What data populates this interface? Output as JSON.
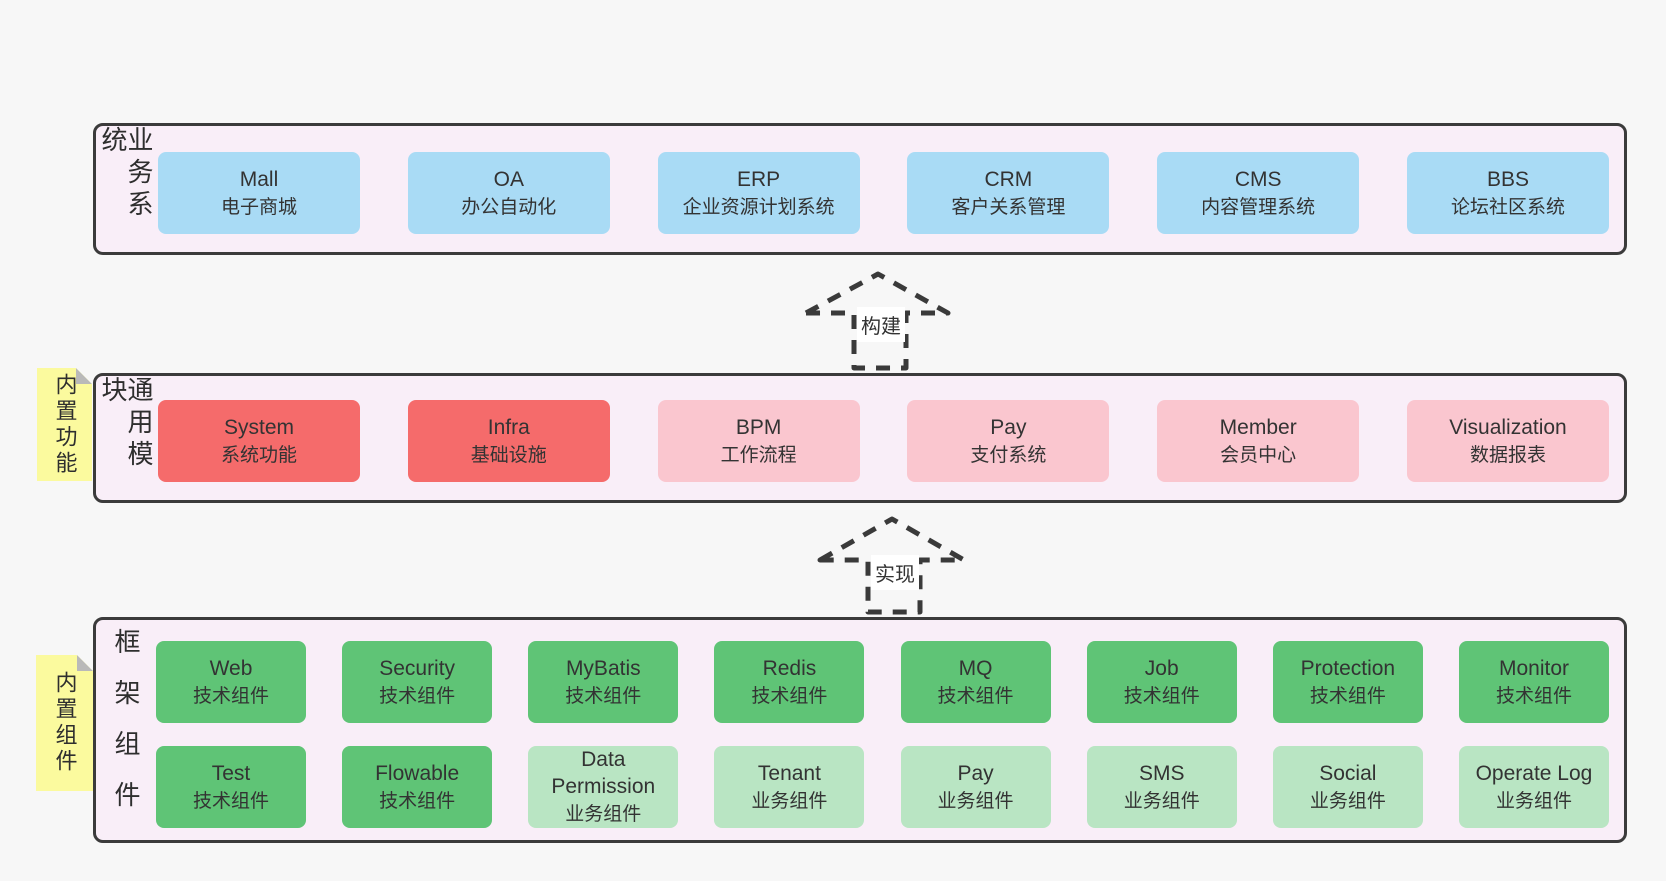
{
  "page": {
    "background": "#f7f7f7"
  },
  "colors": {
    "band_background": "#f9eef8",
    "band_border": "#3b3b3b",
    "blue_box": "#a9dbf5",
    "red_box": "#f56b6b",
    "pink_box": "#fac6cf",
    "green_box": "#5fc476",
    "light_green_box": "#b9e5c3",
    "sticky_yellow": "#fbfa9e",
    "sticky_fold_gray": "#b9b9b9",
    "text": "#333333"
  },
  "bands": {
    "business": {
      "label": "业务系统",
      "boxes": [
        {
          "title": "Mall",
          "subtitle": "电子商城"
        },
        {
          "title": "OA",
          "subtitle": "办公自动化"
        },
        {
          "title": "ERP",
          "subtitle": "企业资源计划系统"
        },
        {
          "title": "CRM",
          "subtitle": "客户关系管理"
        },
        {
          "title": "CMS",
          "subtitle": "内容管理系统"
        },
        {
          "title": "BBS",
          "subtitle": "论坛社区系统"
        }
      ]
    },
    "modules": {
      "label": "通用模块",
      "sticky": "内置功能",
      "boxes": [
        {
          "title": "System",
          "subtitle": "系统功能"
        },
        {
          "title": "Infra",
          "subtitle": "基础设施"
        },
        {
          "title": "BPM",
          "subtitle": "工作流程"
        },
        {
          "title": "Pay",
          "subtitle": "支付系统"
        },
        {
          "title": "Member",
          "subtitle": "会员中心"
        },
        {
          "title": "Visualization",
          "subtitle": "数据报表"
        }
      ]
    },
    "components": {
      "label": "框架组件",
      "sticky": "内置组件",
      "rows": [
        [
          {
            "title": "Web",
            "subtitle": "技术组件"
          },
          {
            "title": "Security",
            "subtitle": "技术组件"
          },
          {
            "title": "MyBatis",
            "subtitle": "技术组件"
          },
          {
            "title": "Redis",
            "subtitle": "技术组件"
          },
          {
            "title": "MQ",
            "subtitle": "技术组件"
          },
          {
            "title": "Job",
            "subtitle": "技术组件"
          },
          {
            "title": "Protection",
            "subtitle": "技术组件"
          },
          {
            "title": "Monitor",
            "subtitle": "技术组件"
          }
        ],
        [
          {
            "title": "Test",
            "subtitle": "技术组件"
          },
          {
            "title": "Flowable",
            "subtitle": "技术组件"
          },
          {
            "title": "Data Permission",
            "subtitle": "业务组件"
          },
          {
            "title": "Tenant",
            "subtitle": "业务组件"
          },
          {
            "title": "Pay",
            "subtitle": "业务组件"
          },
          {
            "title": "SMS",
            "subtitle": "业务组件"
          },
          {
            "title": "Social",
            "subtitle": "业务组件"
          },
          {
            "title": "Operate Log",
            "subtitle": "业务组件"
          }
        ]
      ]
    }
  },
  "arrows": {
    "build": {
      "label": "构建"
    },
    "implement": {
      "label": "实现"
    }
  }
}
